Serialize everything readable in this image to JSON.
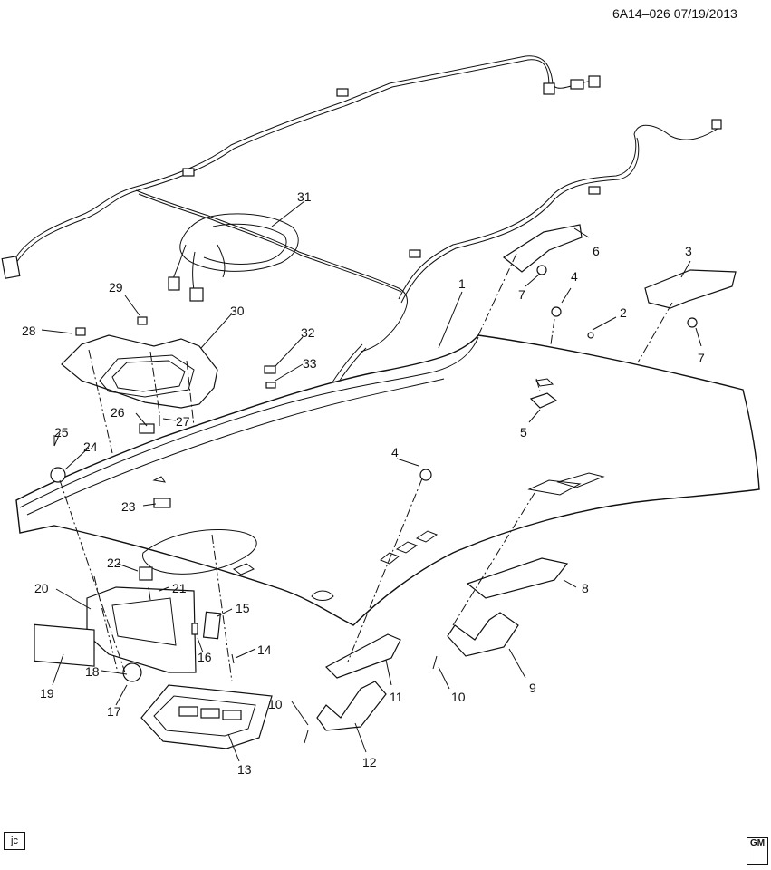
{
  "header": {
    "ref_text": "6A14–026  07/19/2013"
  },
  "footer": {
    "artist_initials": "jc",
    "logo_text": "GM"
  },
  "callouts": [
    "1",
    "2",
    "3",
    "4",
    "4",
    "5",
    "6",
    "7",
    "7",
    "8",
    "9",
    "10",
    "10",
    "11",
    "12",
    "13",
    "14",
    "15",
    "16",
    "17",
    "18",
    "19",
    "20",
    "21",
    "22",
    "23",
    "24",
    "25",
    "26",
    "27",
    "28",
    "29",
    "30",
    "31",
    "32",
    "33"
  ]
}
